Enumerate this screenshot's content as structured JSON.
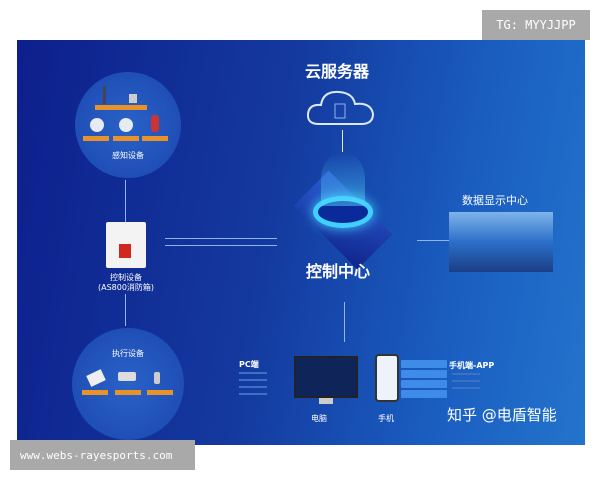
{
  "watermarks": {
    "top_right": "TG: MYYJJPP",
    "bottom_left": "www.webs-rayesports.com"
  },
  "diagram": {
    "cloud": {
      "title": "云服务器",
      "icon": "cloud-icon"
    },
    "control_center": {
      "title": "控制中心"
    },
    "data_display": {
      "title": "数据显示中心"
    },
    "sensing": {
      "title": "感知设备"
    },
    "controller": {
      "title": "控制设备",
      "subtitle": "(AS800消防箱)"
    },
    "execution": {
      "title": "执行设备"
    },
    "pc": {
      "title": "PC端",
      "device_label": "电脑"
    },
    "mobile": {
      "title": "手机端-APP",
      "device_label": "手机"
    },
    "credit": "知乎 @电盾智能"
  },
  "colors": {
    "background_start": "#0d1f8c",
    "background_end": "#2374cc",
    "tag": "#e8932a",
    "glow": "#3fd0ff"
  }
}
